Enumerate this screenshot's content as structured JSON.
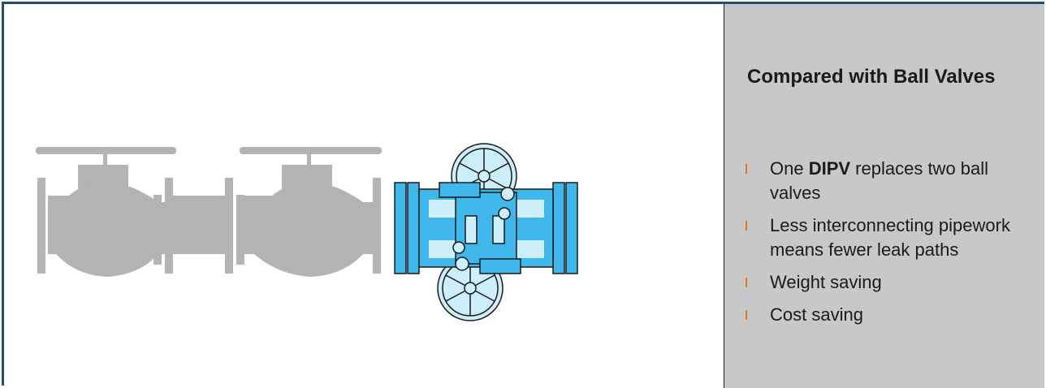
{
  "panel": {
    "title": "Compared with Ball Valves",
    "bullets": [
      {
        "pre": "One ",
        "bold": "DIPV",
        "post": " replaces two ball valves"
      },
      {
        "text": "Less interconnecting pipework means fewer leak paths"
      },
      {
        "text": "Weight saving"
      },
      {
        "text": "Cost saving"
      }
    ]
  },
  "colors": {
    "frame": "#1d4f78",
    "ball_valve": "#b3b3b3",
    "dipv_fill": "#40b7ea",
    "dipv_light": "#cdeefb",
    "panel_bg": "#c8c8ca",
    "bullet_mark": "#e6771c"
  }
}
